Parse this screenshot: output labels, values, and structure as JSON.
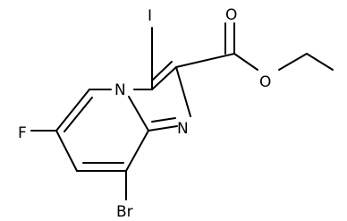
{
  "molecule": {
    "atoms": {
      "iodine": "I",
      "carbonyl_oxygen": "O",
      "ester_oxygen": "O",
      "ring_n_bridge": "N",
      "ring_n_imine": "N",
      "fluorine": "F",
      "bromine": "Br"
    }
  }
}
